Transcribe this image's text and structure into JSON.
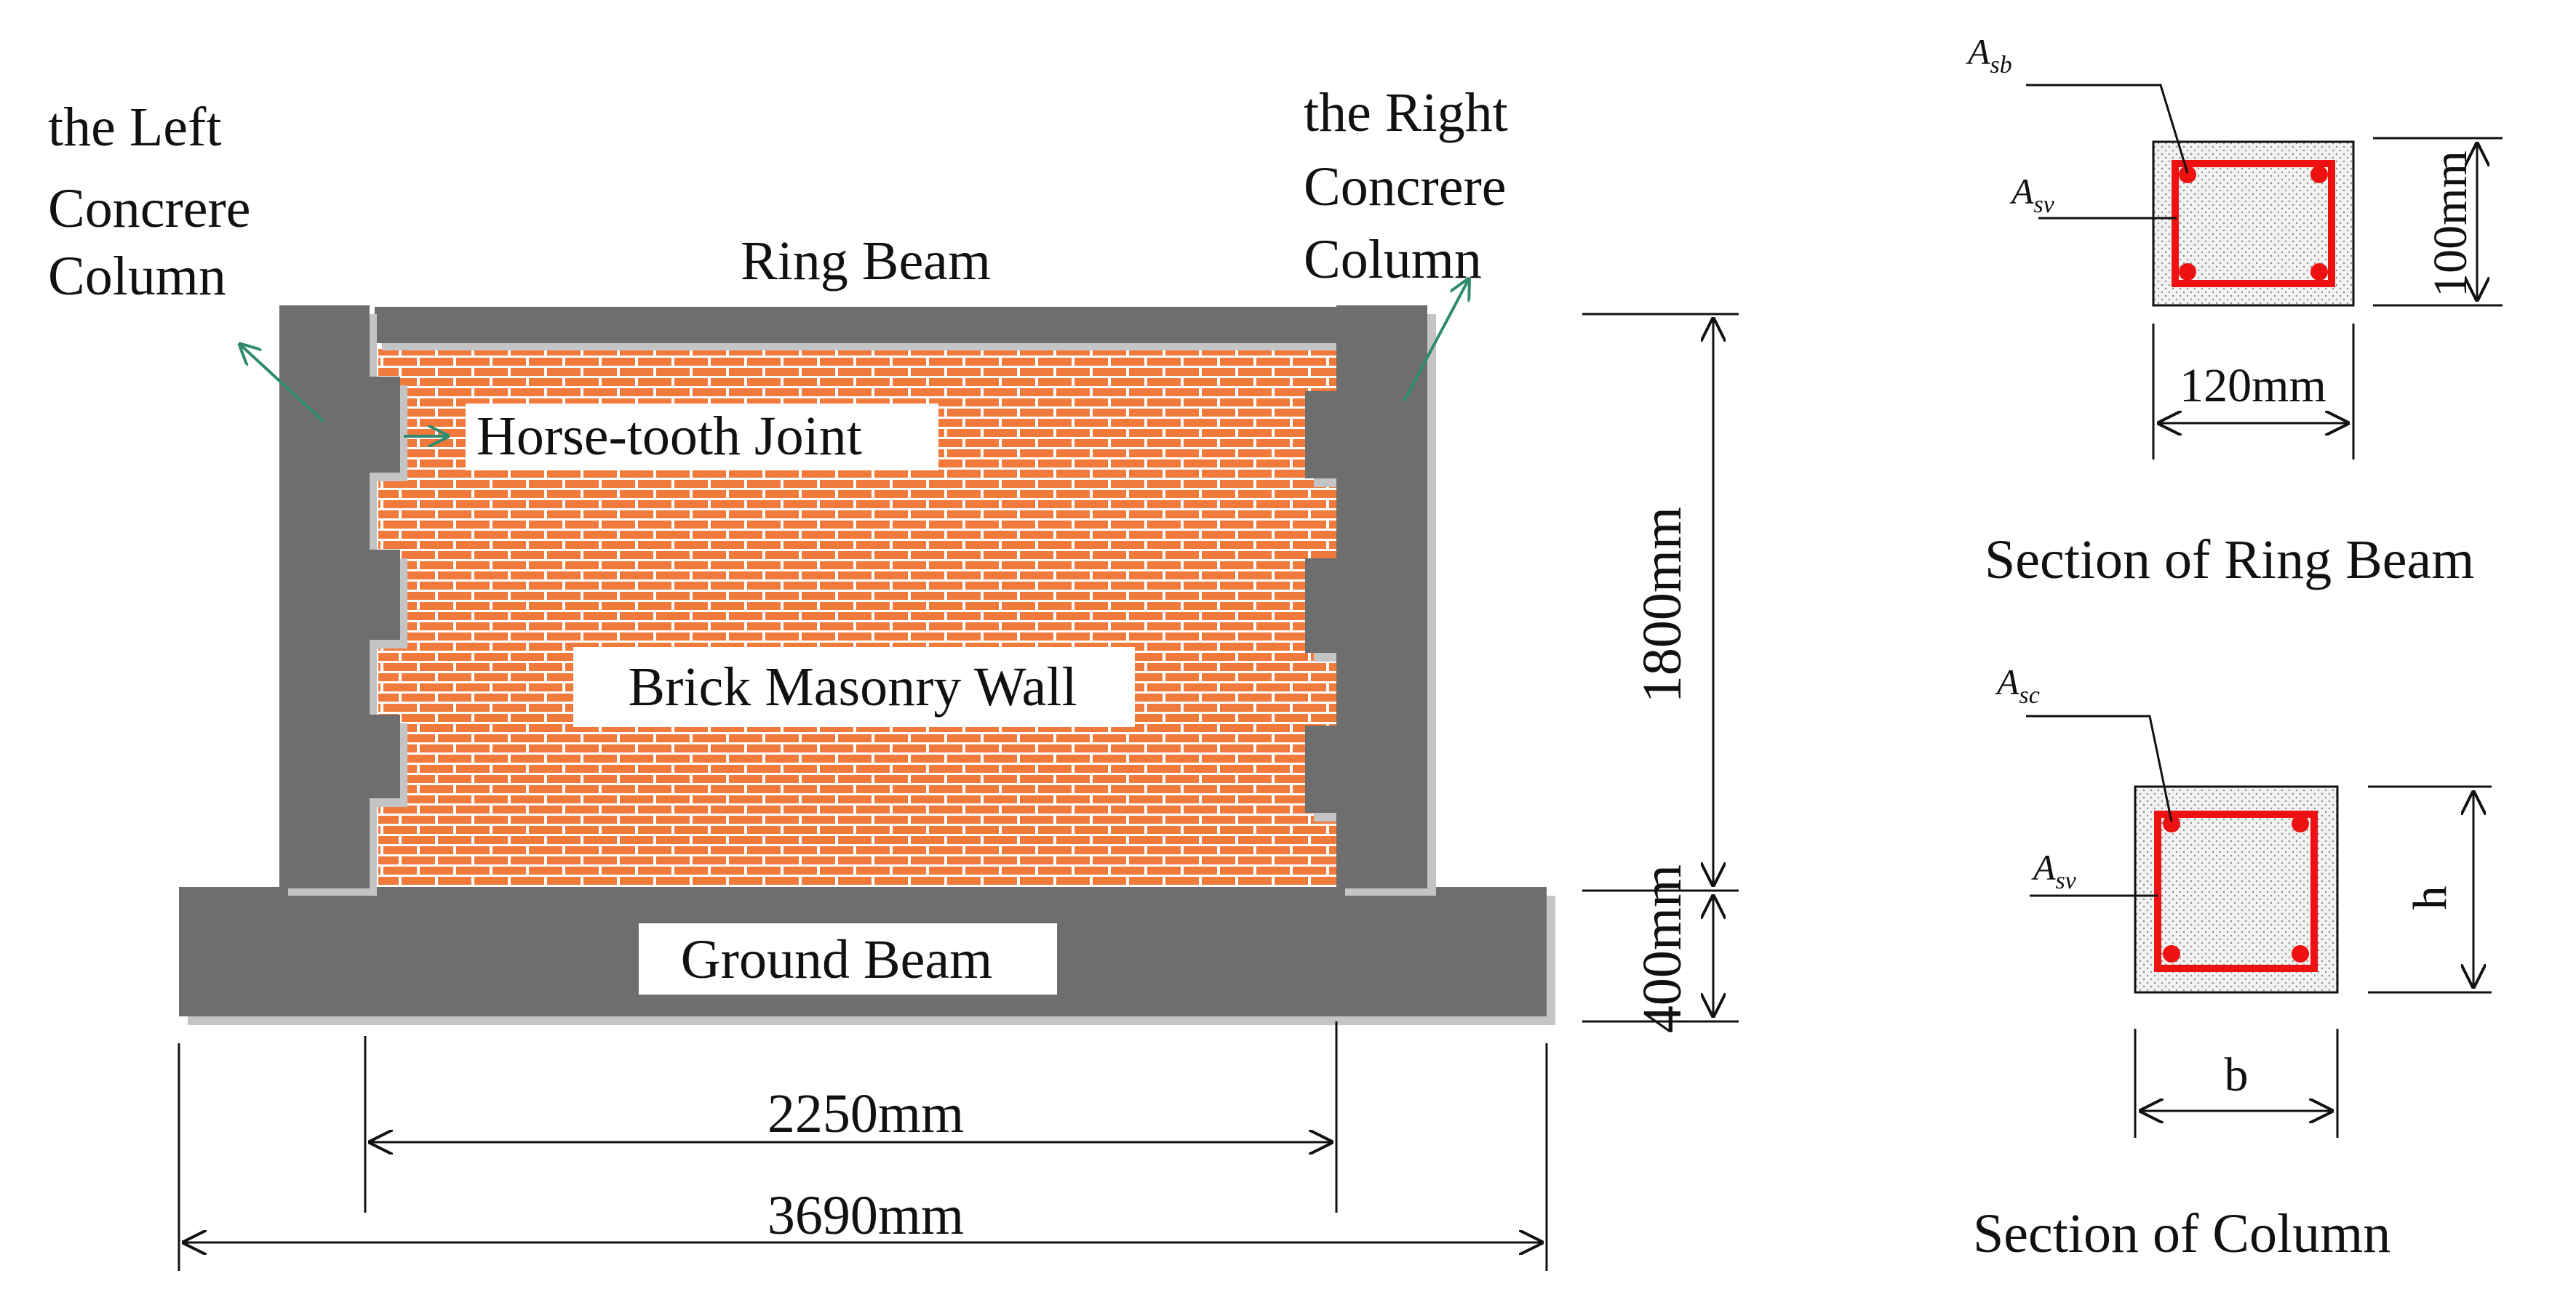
{
  "labels": {
    "left_column": [
      "the Left",
      "Concrere",
      "Column"
    ],
    "right_column": [
      "the Right",
      "Concrere",
      "Column"
    ],
    "ring_beam": "Ring Beam",
    "horse_tooth": "Horse-tooth Joint",
    "brick_wall": "Brick Masonry Wall",
    "ground_beam": "Ground Beam"
  },
  "dimensions": {
    "wall_height": "1800mm",
    "ground_beam_height": "400mm",
    "clear_span": "2250mm",
    "total_length": "3690mm"
  },
  "ring_beam_section": {
    "title": "Section  of Ring Beam",
    "width": "120mm",
    "height": "100mm",
    "rebar_label": {
      "base": "A",
      "sub": "sb"
    },
    "stirrup_label": {
      "base": "A",
      "sub": "sv"
    }
  },
  "column_section": {
    "title": "Section  of  Column",
    "width": "b",
    "height": "h",
    "rebar_label": {
      "base": "A",
      "sub": "sc"
    },
    "stirrup_label": {
      "base": "A",
      "sub": "sv"
    }
  },
  "colors": {
    "concrete": "#6e6e6e",
    "brick": "#f07a3c",
    "rebar": "#ee1111",
    "arrow": "#2e8b6e",
    "section_fill": "#efefef"
  }
}
